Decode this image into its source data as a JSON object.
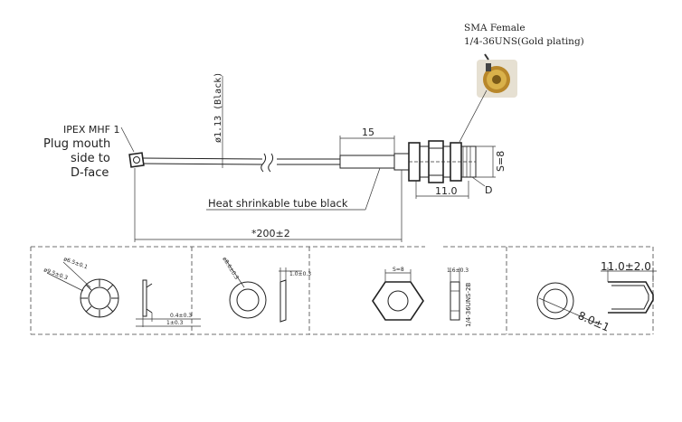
{
  "connector": {
    "sma_title": "SMA Female",
    "sma_spec": "1/4-36UNS(Gold plating)",
    "ipex_label": "IPEX MHF 1",
    "plug_line1": "Plug mouth",
    "plug_line2": "side to",
    "plug_line3": "D-face",
    "cable_dia": "ø1.13 (Black)",
    "heat_tube": "Heat shrinkable tube black",
    "dim_15": "15",
    "dim_s8": "S=8",
    "dim_11": "11.0",
    "label_d": "D",
    "dim_total": "*200±2"
  },
  "details": {
    "d1_dia65": "ø6.5±0.1",
    "d1_dia95": "ø9.5±0.3",
    "d1_thk04": "0.4±0.3",
    "d1_thk1": "1±0.3",
    "d2_dia": "ø8.6±0.3",
    "d2_thk": "1.0±0.3",
    "d3_s8": "S=8",
    "d3_thk": "1.6±0.3",
    "d3_thread": "1/4-36UNS-2B",
    "d4_len": "11.0±2.0",
    "d4_dia": "8.0±1"
  },
  "colors": {
    "line": "#222222",
    "photo_gold": "#c9a23a",
    "photo_bg": "#e6e0d2"
  }
}
